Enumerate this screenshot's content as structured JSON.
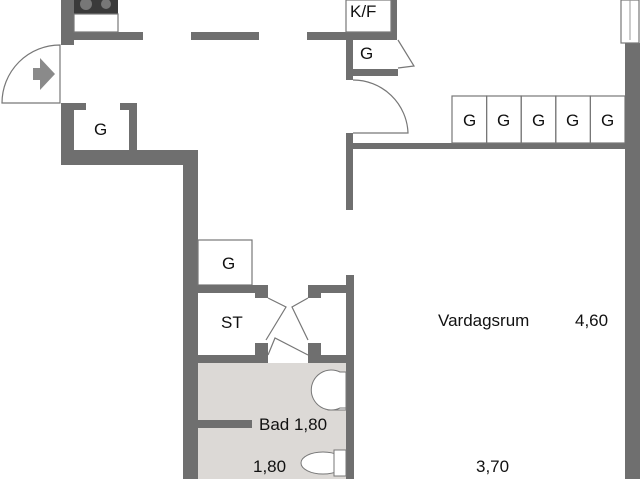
{
  "colors": {
    "wall": "#6f6f6f",
    "bathroom_floor": "#dcd9d6",
    "arrow": "#8a8a8a"
  },
  "rooms": {
    "kitchen_label": "K/F",
    "living_label": "Vardagsrum",
    "living_width": "4,60",
    "living_depth": "3,70",
    "bath_label": "Bad 1,80",
    "bath_depth": "1,80",
    "storage_label": "ST"
  },
  "closets": {
    "kitchen_closet": "G",
    "hall_closet": "G",
    "middle_closet": "G",
    "wardrobes": [
      "G",
      "G",
      "G",
      "G",
      "G"
    ]
  },
  "icons": {
    "entrance": "entrance-arrow-icon",
    "stove": "stove-icon",
    "sink": "sink-icon",
    "toilet": "toilet-icon"
  }
}
